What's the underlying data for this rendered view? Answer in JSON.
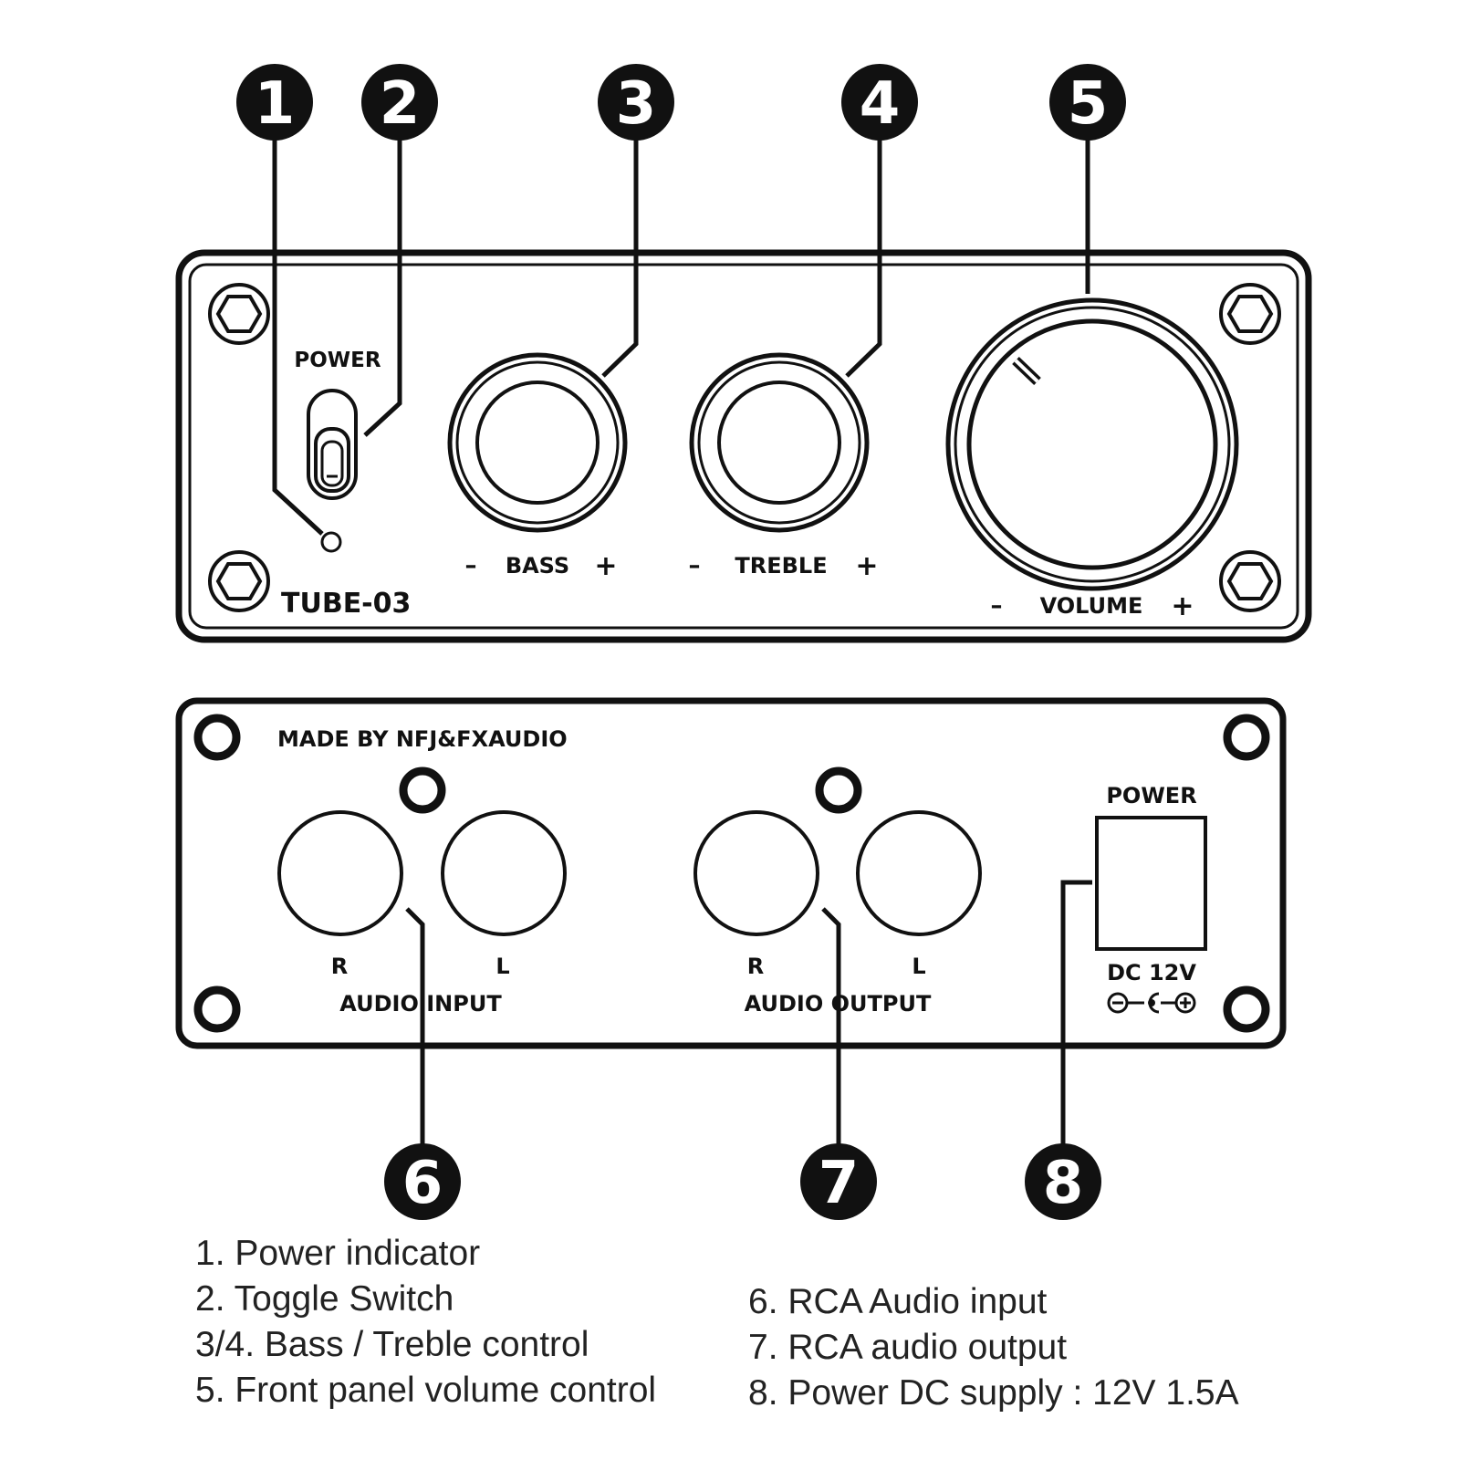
{
  "callouts": [
    "1",
    "2",
    "3",
    "4",
    "5",
    "6",
    "7",
    "8"
  ],
  "front_panel": {
    "power_label": "POWER",
    "bass_label": "BASS",
    "treble_label": "TREBLE",
    "volume_label": "VOLUME",
    "minus": "–",
    "plus": "+",
    "model": "TUBE-03"
  },
  "rear_panel": {
    "maker": "MADE BY NFJ&FXAUDIO",
    "input_r": "R",
    "input_l": "L",
    "input_label": "AUDIO INPUT",
    "output_r": "R",
    "output_l": "L",
    "output_label": "AUDIO OUTPUT",
    "power_label": "POWER",
    "dc_label": "DC 12V"
  },
  "legend": {
    "left": [
      "1. Power indicator",
      "2. Toggle Switch",
      "3/4. Bass / Treble control",
      "5. Front panel volume control"
    ],
    "right": [
      "6. RCA Audio input",
      "7. RCA audio output",
      "8. Power DC supply : 12V 1.5A"
    ]
  }
}
